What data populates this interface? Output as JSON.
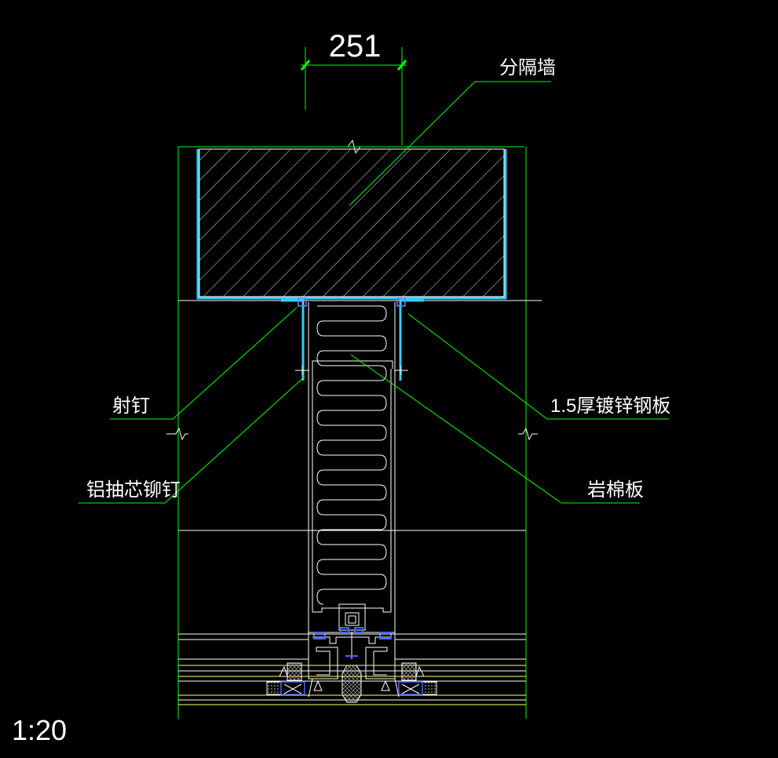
{
  "drawing": {
    "dimension_value": "251",
    "scale": "1:20",
    "labels": {
      "partition_wall": "分隔墙",
      "shot_nail": "射钉",
      "galvanized_plate": "1.5厚镀锌钢板",
      "blind_rivet": "铝抽芯铆钉",
      "rock_wool_board": "岩棉板"
    }
  },
  "colors": {
    "background": "#000000",
    "line_white": "#ffffff",
    "leader_green": "#00ff00",
    "steel_cyan": "#33ccff",
    "glass_yellow": "#ffff66",
    "gasket_blue": "#4466ff"
  }
}
